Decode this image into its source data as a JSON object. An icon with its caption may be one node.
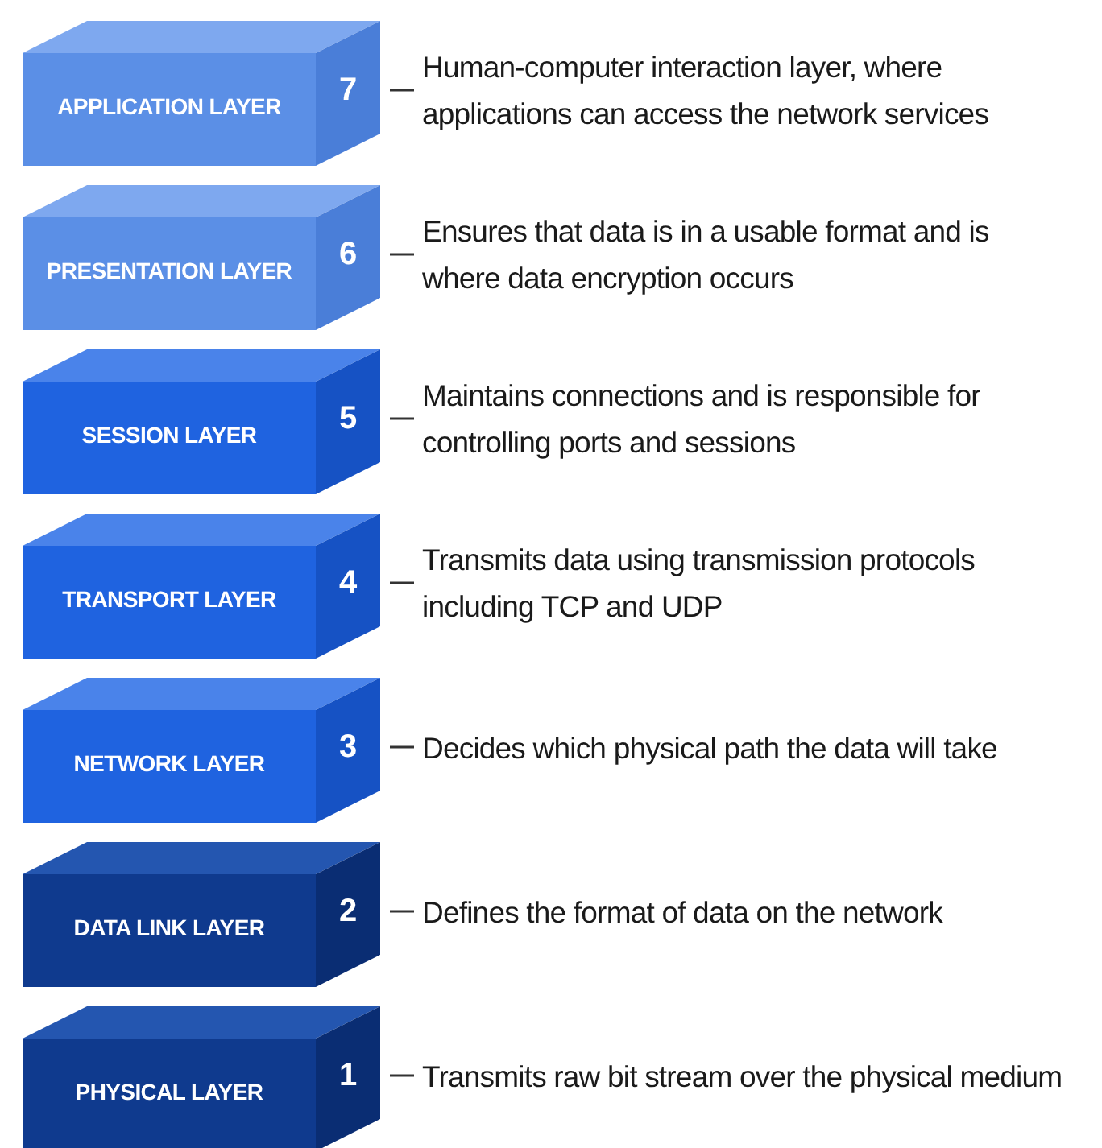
{
  "diagram": {
    "nodes": [
      {
        "text": [
          "APPLICATION LAYER",
          "7"
        ]
      },
      {
        "text": [
          "Human-computer interaction layer, where applications can access the network services"
        ]
      },
      {
        "text": [
          "PRESENTATION LAYER",
          "6"
        ]
      },
      {
        "text": [
          "Ensures that data is in a usable format and is where data encryption occurs"
        ]
      },
      {
        "text": [
          "SESSION LAYER",
          "5"
        ]
      },
      {
        "text": [
          "Maintains connections and is responsible for controlling ports and sessions"
        ]
      },
      {
        "text": [
          "TRANSPORT LAYER",
          "4"
        ]
      },
      {
        "text": [
          "Transmits data using transmission protocols including TCP and UDP"
        ]
      },
      {
        "text": [
          "NETWORK LAYER",
          "3"
        ]
      },
      {
        "text": [
          "Decides which physical path the data will take"
        ]
      },
      {
        "text": [
          "DATA LINK LAYER",
          "2"
        ]
      },
      {
        "text": [
          "Defines the format of data on the network"
        ]
      },
      {
        "text": [
          "PHYSICAL LAYER",
          "1"
        ]
      },
      {
        "text": [
          "Transmits raw bit stream over the physical medium"
        ]
      }
    ],
    "edges": [
      {
        "from": 0,
        "to": 1,
        "arrow": "none"
      },
      {
        "from": 2,
        "to": 3,
        "arrow": "none"
      },
      {
        "from": 4,
        "to": 5,
        "arrow": "none"
      },
      {
        "from": 6,
        "to": 7,
        "arrow": "none"
      },
      {
        "from": 8,
        "to": 9,
        "arrow": "none"
      },
      {
        "from": 10,
        "to": 11,
        "arrow": "none"
      },
      {
        "from": 12,
        "to": 13,
        "arrow": "none"
      }
    ]
  }
}
